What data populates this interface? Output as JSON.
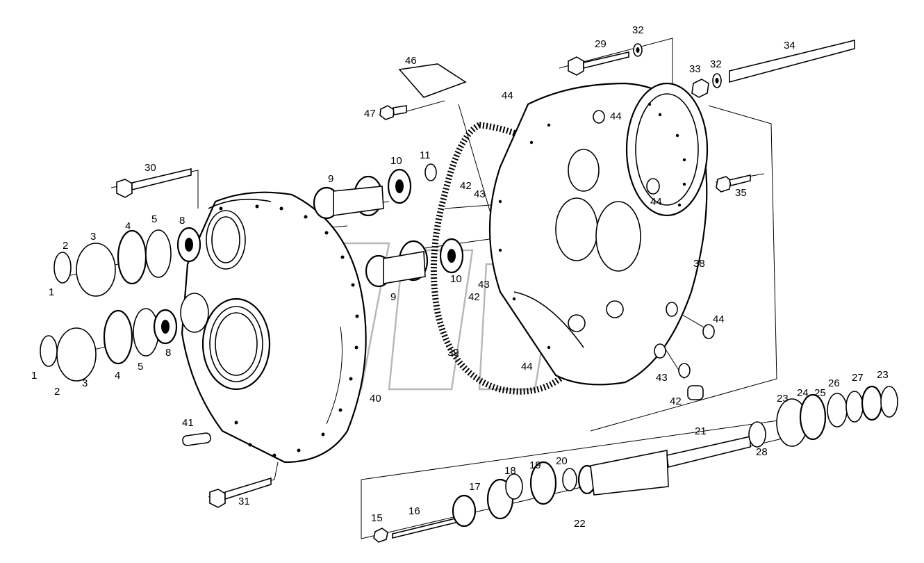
{
  "colors": {
    "line": "#000000",
    "background": "#ffffff",
    "watermark": "#b8b8b8"
  },
  "labels": {
    "p1a": "1",
    "p1b": "1",
    "p2a": "2",
    "p2b": "2",
    "p3a": "3",
    "p3b": "3",
    "p4a": "4",
    "p4b": "4",
    "p5a": "5",
    "p5b": "5",
    "p8a": "8",
    "p8b": "8",
    "p9a": "9",
    "p9b": "9",
    "p10a": "10",
    "p10b": "10",
    "p11": "11",
    "p15": "15",
    "p16": "16",
    "p17": "17",
    "p18": "18",
    "p19": "19",
    "p20": "20",
    "p21": "21",
    "p22": "22",
    "p23a": "23",
    "p23b": "23",
    "p24": "24",
    "p25": "25",
    "p26": "26",
    "p27": "27",
    "p28": "28",
    "p29": "29",
    "p30": "30",
    "p31": "31",
    "p32a": "32",
    "p32b": "32",
    "p33": "33",
    "p34": "34",
    "p35": "35",
    "p38": "38",
    "p39": "39",
    "p40": "40",
    "p41": "41",
    "p42a": "42",
    "p42b": "42",
    "p42c": "42",
    "p43a": "43",
    "p43b": "43",
    "p43c": "43",
    "p44a": "44",
    "p44b": "44",
    "p44c": "44",
    "p44d": "44",
    "p44e": "44",
    "p46": "46",
    "p47": "47"
  }
}
